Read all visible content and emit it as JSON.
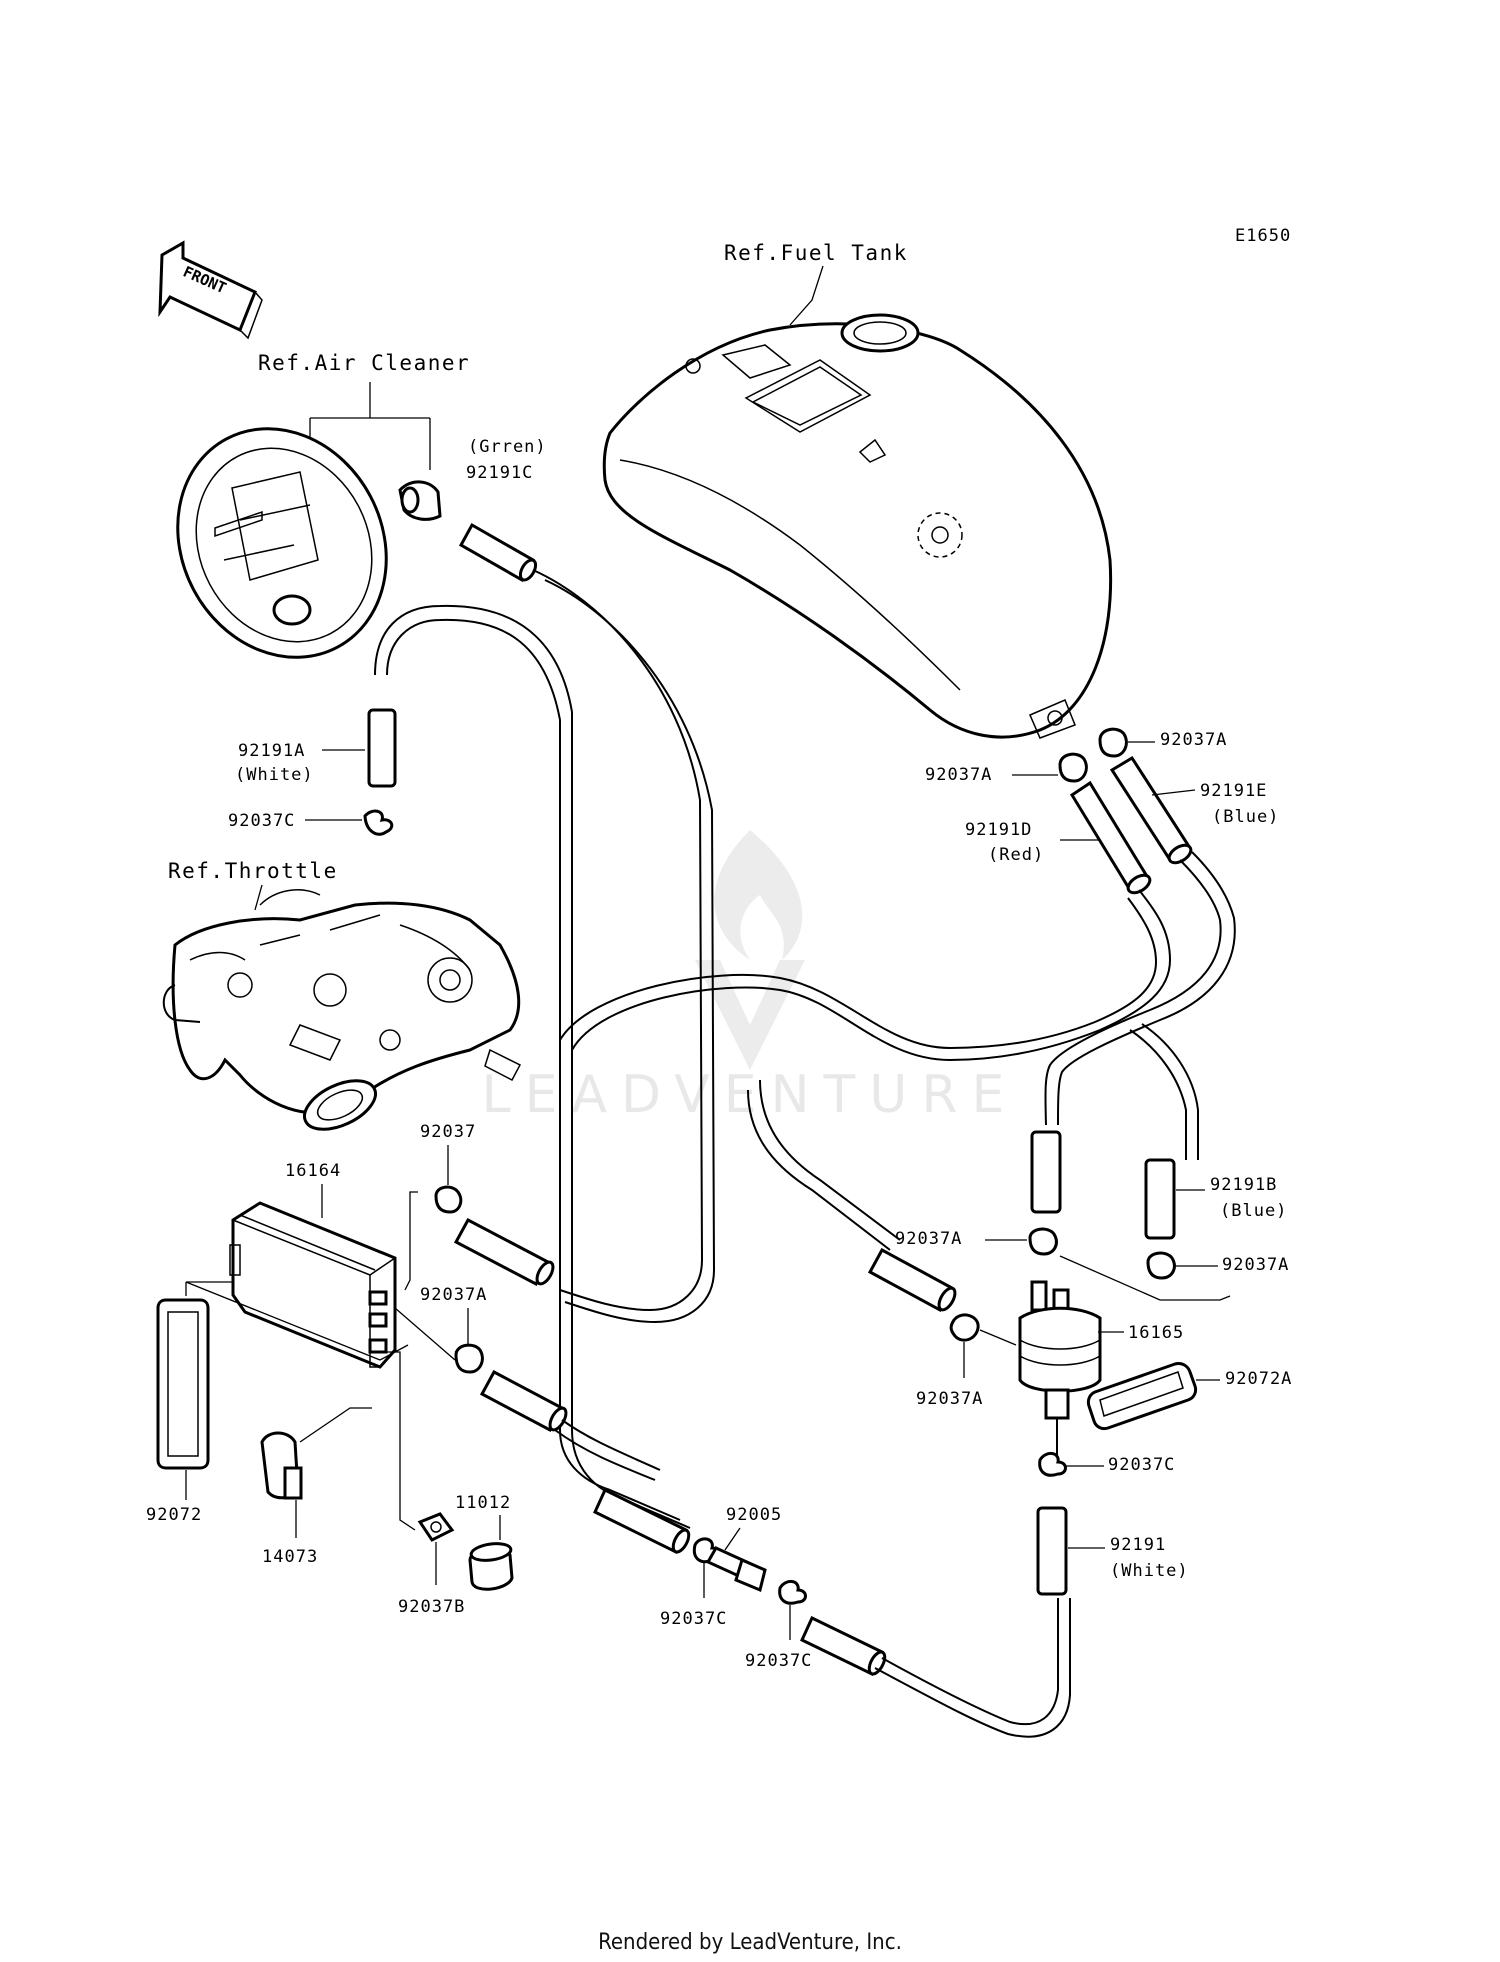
{
  "diagram_code": "E1650",
  "front_arrow": "FRONT",
  "refs": {
    "air_cleaner": "Ref.Air Cleaner",
    "fuel_tank": "Ref.Fuel Tank",
    "throttle": "Ref.Throttle"
  },
  "labels": {
    "p92191c_color": "(Grren)",
    "p92191c": "92191C",
    "p92191a": "92191A",
    "p92191a_color": "(White)",
    "p92037c_1": "92037C",
    "p92037a_1": "92037A",
    "p92037a_2": "92037A",
    "p92191e": "92191E",
    "p92191e_color": "(Blue)",
    "p92191d": "92191D",
    "p92191d_color": "(Red)",
    "p92037": "92037",
    "p16164": "16164",
    "p92037a_3": "92037A",
    "p92191b": "92191B",
    "p92191b_color": "(Blue)",
    "p92037a_4": "92037A",
    "p92037a_5": "92037A",
    "p16165": "16165",
    "p92072a": "92072A",
    "p92037a_6": "92037A",
    "p92037c_2": "92037C",
    "p92072": "92072",
    "p14073": "14073",
    "p11012": "11012",
    "p92037b": "92037B",
    "p92005": "92005",
    "p92037c_3": "92037C",
    "p92037c_4": "92037C",
    "p92191": "92191",
    "p92191_color": "(White)"
  },
  "watermark": "LEADVENTURE",
  "footer": "Rendered by LeadVenture, Inc."
}
